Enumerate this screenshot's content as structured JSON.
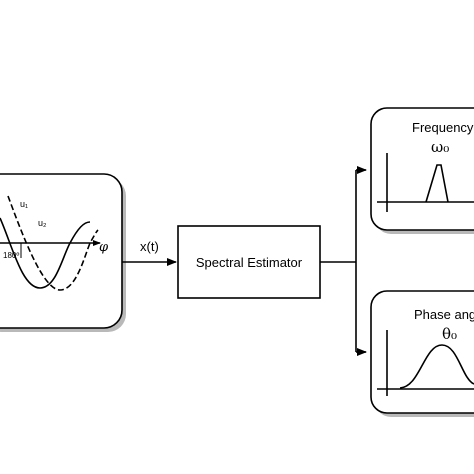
{
  "signal_panel": {
    "curve_label_1": "u₁",
    "curve_label_2": "u₂",
    "phase_label": "180º",
    "axis_symbol": "φ"
  },
  "input_signal_label": "x(t)",
  "estimator_label": "Spectral Estimator",
  "frequency_panel": {
    "title": "Frequency",
    "symbol": "ω₀"
  },
  "phase_panel": {
    "title": "Phase angle",
    "symbol": "θ₀"
  }
}
